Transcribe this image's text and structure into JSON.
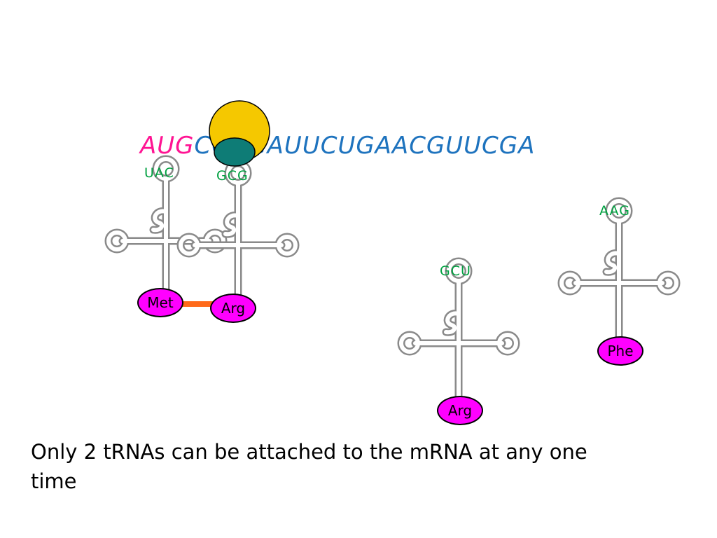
{
  "mrna": {
    "start_codon": "AUG",
    "rest_sequence": "CGCGAUUCUGAACGUUCGA",
    "colors": {
      "start": "#ff1493",
      "rest": "#1e73be"
    }
  },
  "trnas": [
    {
      "anticodon": "UAC",
      "amino_acid": "Met"
    },
    {
      "anticodon": "GCG",
      "amino_acid": "Arg"
    },
    {
      "anticodon": "GCU",
      "amino_acid": "Arg"
    },
    {
      "anticodon": "AAG",
      "amino_acid": "Phe"
    }
  ],
  "colors": {
    "anticodon": "#00a040",
    "amino_acid_fill": "#ff00ff",
    "peptide_bond": "#ff6a1a",
    "ribosome_large": "#f5c800",
    "ribosome_small": "#0e7c76"
  },
  "caption": "Only 2 tRNAs can be attached to the mRNA at any one time"
}
